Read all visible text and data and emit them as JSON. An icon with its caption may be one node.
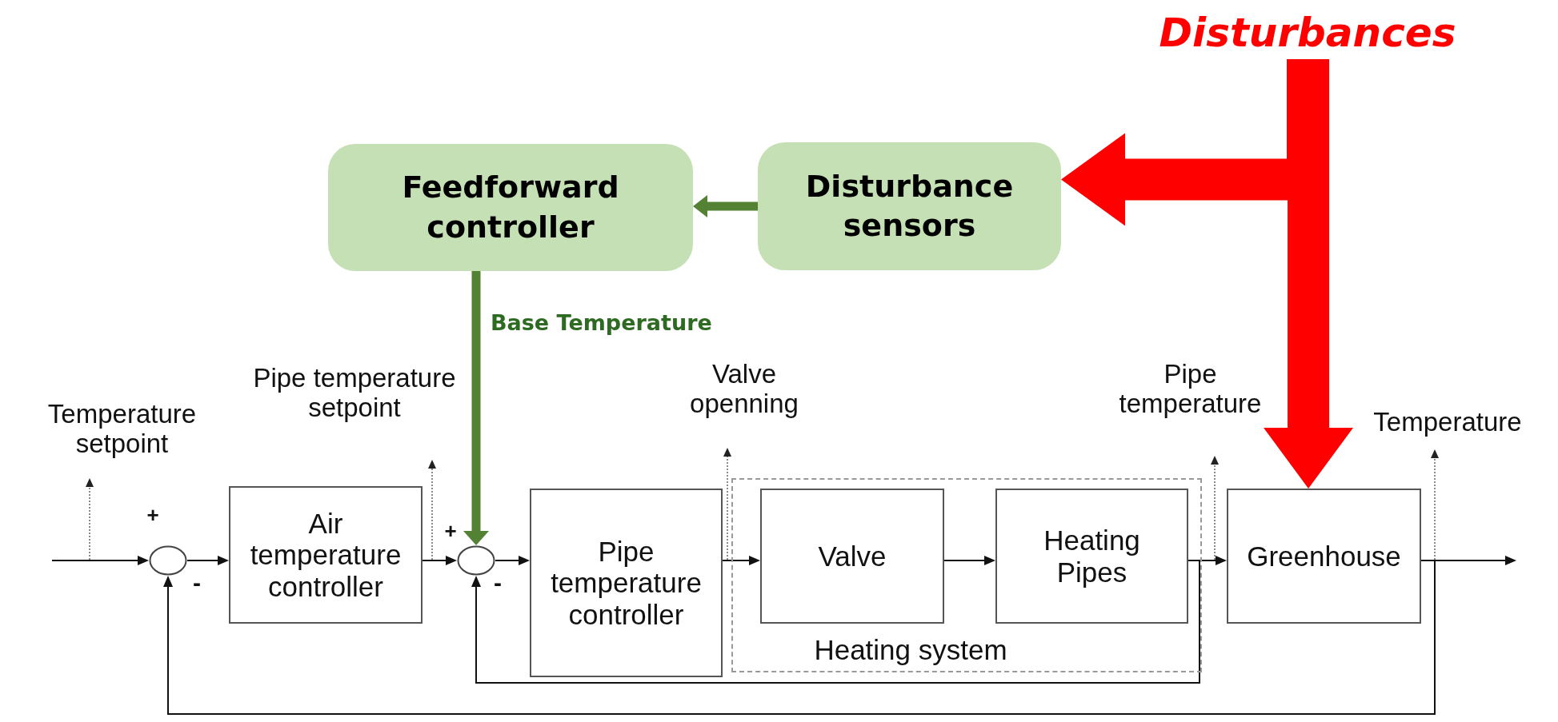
{
  "diagram": {
    "nodes": [
      {
        "text": [
          "Disturbances"
        ]
      },
      {
        "text": [
          "Feedforward controller"
        ]
      },
      {
        "text": [
          "Disturbance sensors"
        ]
      },
      {
        "text": [],
        "shape": "circle"
      },
      {
        "text": [
          "Air temperature controller"
        ]
      },
      {
        "text": [],
        "shape": "circle"
      },
      {
        "text": [
          "Pipe temperature controller"
        ]
      },
      {
        "text": [
          "Heating system"
        ]
      },
      {
        "text": [
          "Valve"
        ],
        "in": 7
      },
      {
        "text": [
          "Heating Pipes"
        ],
        "in": 7
      },
      {
        "text": [
          "Greenhouse"
        ]
      }
    ],
    "edges": [
      {
        "from": 0,
        "to": 2,
        "arrow": "to",
        "style": "thick",
        "color": "#ff0000"
      },
      {
        "from": 0,
        "to": 10,
        "arrow": "to",
        "style": "thick",
        "color": "#ff0000"
      },
      {
        "from": 2,
        "to": 1,
        "arrow": "to",
        "style": "thick",
        "color": "#548235"
      },
      {
        "from": 1,
        "to": 5,
        "arrow": "to",
        "label": "Base Temperature",
        "style": "thick",
        "color": "#548235"
      },
      {
        "from": null,
        "to": 3,
        "arrow": "to"
      },
      {
        "from": 3,
        "to": 4,
        "arrow": "to"
      },
      {
        "from": 4,
        "to": 5,
        "arrow": "to"
      },
      {
        "from": 5,
        "to": 6,
        "arrow": "to"
      },
      {
        "from": 6,
        "to": 8,
        "arrow": "to"
      },
      {
        "from": 8,
        "to": 9,
        "arrow": "to"
      },
      {
        "from": 9,
        "to": 10,
        "arrow": "to"
      },
      {
        "from": 10,
        "to": null,
        "arrow": "to"
      },
      {
        "from": 9,
        "to": 5,
        "arrow": "to"
      },
      {
        "from": 10,
        "to": 3,
        "arrow": "to"
      }
    ],
    "labels": [
      "Temperature setpoint",
      "+",
      "-",
      "Pipe temperature setpoint",
      "+",
      "-",
      "Valve openning",
      "Pipe temperature",
      "Temperature"
    ]
  }
}
